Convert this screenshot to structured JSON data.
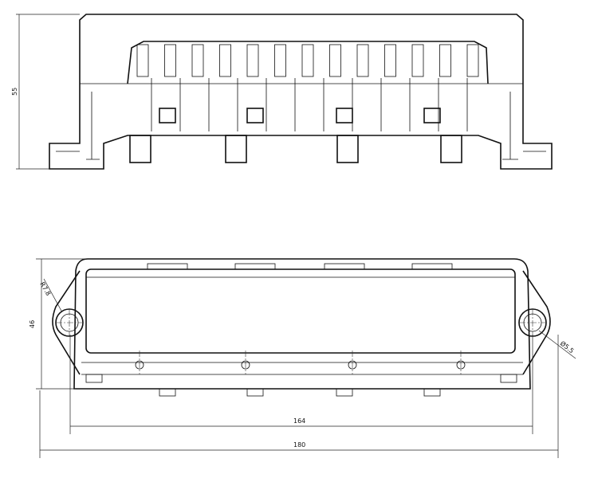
{
  "drawing": {
    "front_view": {
      "height_dim": "55"
    },
    "top_view": {
      "height_dim": "46",
      "radius_dim": "R7.8",
      "hole_dim": "Ø5.5",
      "hole_spacing_dim": "164",
      "overall_length_dim": "180"
    }
  }
}
